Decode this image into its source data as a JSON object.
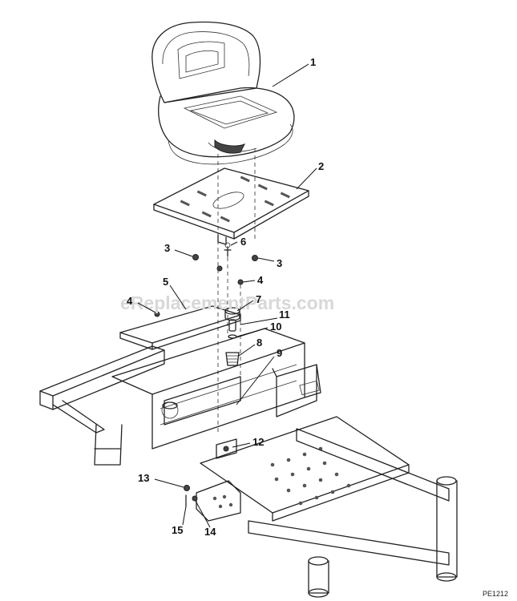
{
  "watermark": "eReplacementParts.com",
  "figure_code": "PE1212",
  "callouts": [
    {
      "id": "c1",
      "label": "1"
    },
    {
      "id": "c2",
      "label": "2"
    },
    {
      "id": "c3a",
      "label": "3"
    },
    {
      "id": "c3b",
      "label": "3"
    },
    {
      "id": "c4a",
      "label": "4"
    },
    {
      "id": "c4b",
      "label": "4"
    },
    {
      "id": "c5",
      "label": "5"
    },
    {
      "id": "c6",
      "label": "6"
    },
    {
      "id": "c7",
      "label": "7"
    },
    {
      "id": "c8",
      "label": "8"
    },
    {
      "id": "c9",
      "label": "9"
    },
    {
      "id": "c10",
      "label": "10"
    },
    {
      "id": "c11",
      "label": "11"
    },
    {
      "id": "c12",
      "label": "12"
    },
    {
      "id": "c13",
      "label": "13"
    },
    {
      "id": "c14",
      "label": "14"
    },
    {
      "id": "c15",
      "label": "15"
    }
  ]
}
